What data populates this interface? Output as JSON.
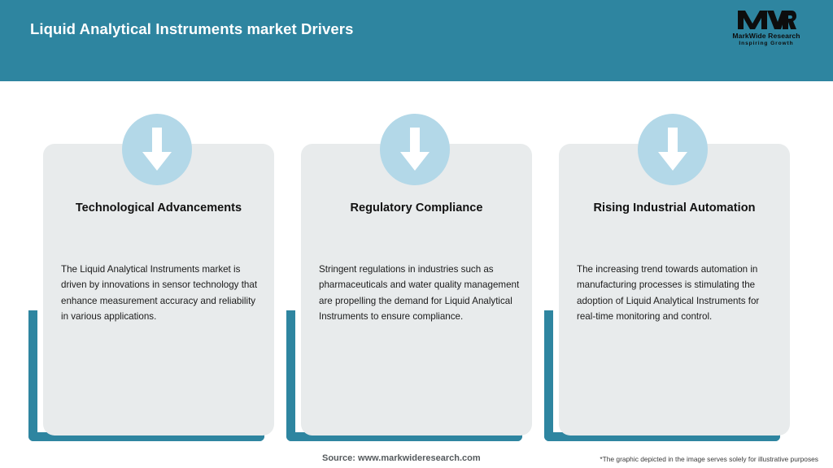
{
  "header": {
    "title": "Liquid Analytical Instruments market Drivers",
    "background_color": "#2E85A0",
    "title_color": "#FFFFFF"
  },
  "logo": {
    "mark": "MWR",
    "name": "MarkWide Research",
    "tagline": "Inspiring Growth"
  },
  "theme": {
    "accent_teal": "#2E85A0",
    "badge_blue": "#B3D8E8",
    "card_gray": "#E8EBEC",
    "page_background": "#FFFFFF"
  },
  "cards": [
    {
      "icon": "arrow-down-icon",
      "title": "Technological Advancements",
      "body": "The Liquid Analytical Instruments market is driven by innovations in sensor technology that enhance measurement accuracy and reliability in various applications."
    },
    {
      "icon": "arrow-down-icon",
      "title": "Regulatory Compliance",
      "body": "Stringent regulations in industries such as pharmaceuticals and water quality management are propelling the demand for Liquid Analytical Instruments to ensure compliance."
    },
    {
      "icon": "arrow-down-icon",
      "title": "Rising Industrial Automation",
      "body": "The increasing trend towards automation in manufacturing processes is stimulating the adoption of Liquid Analytical Instruments for real-time monitoring and control."
    }
  ],
  "footer": {
    "source": "Source: www.markwideresearch.com",
    "disclaimer": "*The graphic depicted in the image serves solely for illustrative purposes"
  }
}
